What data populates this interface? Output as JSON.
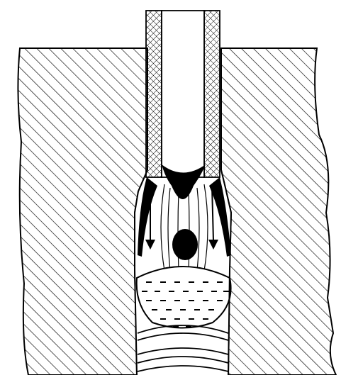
{
  "colors": {
    "background": "#ffffff",
    "ink": "#000000",
    "shade": "#111111"
  },
  "figure": {
    "elements": [
      "base-metal-hatched",
      "electrode-core",
      "electrode-coating-crosshatched",
      "arc-root",
      "slag-side-deposits",
      "metal-droplet",
      "flow-arrows",
      "weld-pool",
      "solidified-weld-beads"
    ]
  }
}
